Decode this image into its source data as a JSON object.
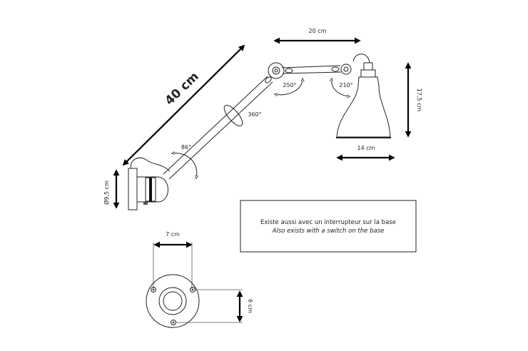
{
  "title": "Wall lamp dimensions",
  "dimensions": {
    "arm_length": "40 cm",
    "upper_arm": "20 cm",
    "shade_height": "17,5 cm",
    "shade_diameter": "14 cm",
    "base_diameter": "Ø9,5 cm",
    "base_width": "7 cm",
    "base_screw_spacing": "6 cm"
  },
  "angles": {
    "base_tilt": "86°",
    "arm_rotation": "360°",
    "elbow": "250°",
    "shade_joint": "210°"
  },
  "note": {
    "fr": "Existe aussi avec un interrupteur sur la base",
    "en": "Also exists with a switch on the base"
  }
}
